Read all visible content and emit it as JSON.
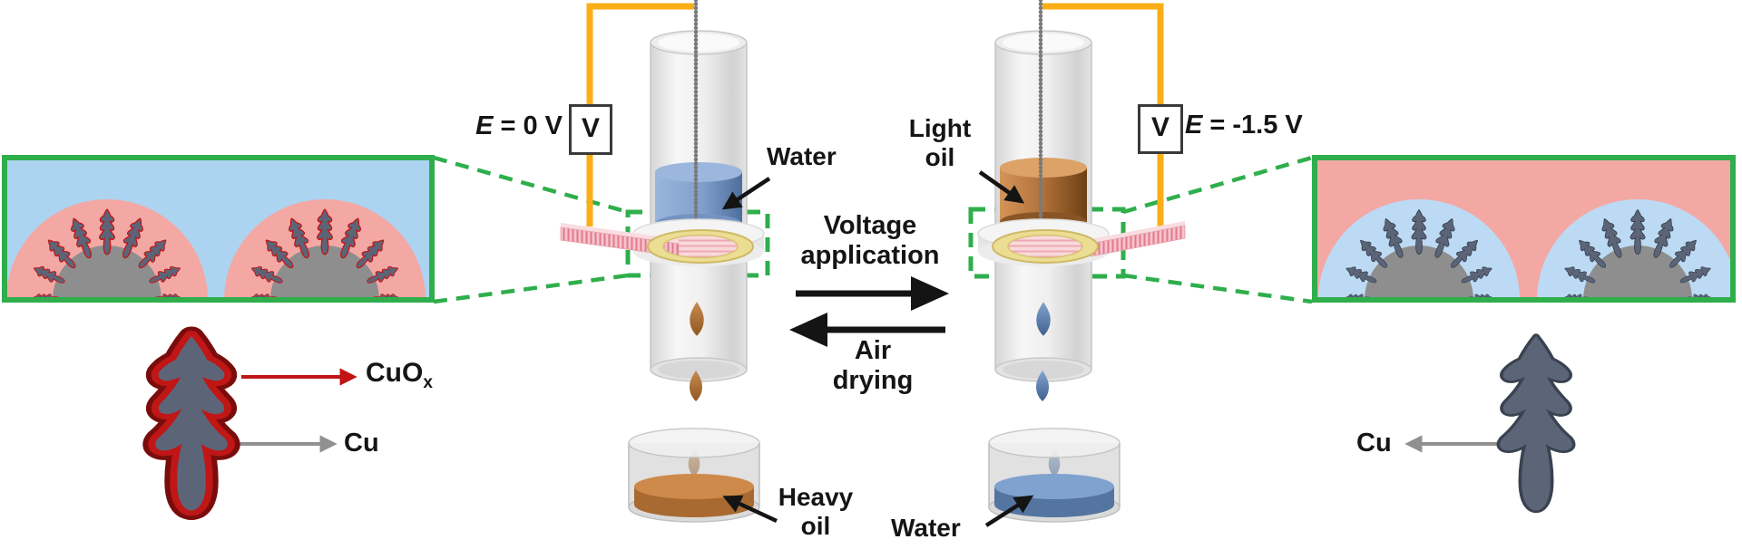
{
  "figure": {
    "left_apparatus": {
      "voltmeter": "V",
      "potential_symbol": "E",
      "potential_value": " = 0 V",
      "water_label": "Water",
      "heavy_oil_label": "Heavy oil"
    },
    "right_apparatus": {
      "voltmeter": "V",
      "potential_symbol": "E",
      "potential_value": " = -1.5 V",
      "light_oil_label": "Light oil",
      "water_label": "Water"
    },
    "process": {
      "forward": "Voltage application",
      "reverse": "Air drying"
    },
    "left_inset_tree": {
      "cuox_label": "CuO",
      "cuox_sub": "x",
      "cu_label": "Cu"
    },
    "right_inset_tree": {
      "cu_label": "Cu"
    }
  },
  "colors": {
    "accent_green": "#2FAE4C",
    "wire_yellow": "#FBAE17",
    "cuox_red": "#C01616",
    "dendrite_slate": "#5C6578",
    "water_blue": "#7F9FCB",
    "oil_orange": "#C07B3E",
    "membrane_pink": "#F5B8C2",
    "ring_yellow": "#EBDD92",
    "inset_blue": "#ACD4F1",
    "inset_pink": "#F3A8A4",
    "dome_gray": "#8E8E8E",
    "text_black": "#151515"
  }
}
